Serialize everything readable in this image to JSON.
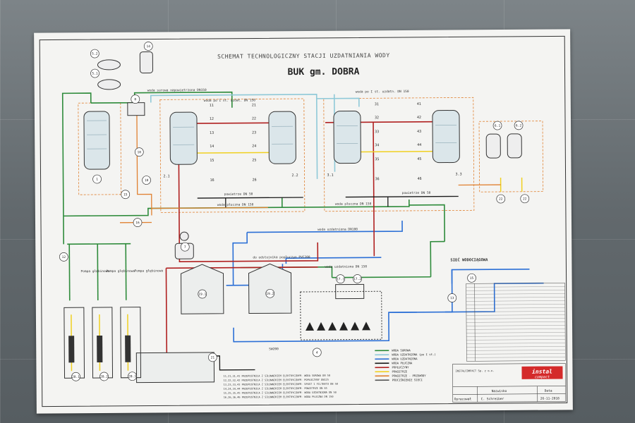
{
  "title_line1": "SCHEMAT TECHNOLOGICZNY STACJI UZDATNIANIA WODY",
  "title_line2": "BUK gm. DOBRA",
  "pipe_labels": {
    "bypass": "woda surowa napowietrzona DN150",
    "raw_to_first": "woda po I st. uzdat. DN 150",
    "raw_to_first_top": "woda po I st. uzdatn. DN 150",
    "air": "powietrze DN 50",
    "wash": "woda płuczna DN 150",
    "treated": "woda uzdatniona DN100",
    "tank_feed": "woda uzdatniona DN 150",
    "backwash": "do odstojnika popłuczyn PVC200",
    "sewer": "SW200",
    "pump_label": "Pompa głębinowa",
    "city": "SIEĆ WODOCIĄGOWA"
  },
  "filters": [
    {
      "id": "2.1"
    },
    {
      "id": "2.2"
    },
    {
      "id": "3.1"
    },
    {
      "id": "3.3"
    }
  ],
  "valves_left": [
    "11",
    "12",
    "13",
    "14",
    "15",
    "16",
    "21",
    "22",
    "23",
    "24",
    "25",
    "26"
  ],
  "valves_right": [
    "31",
    "32",
    "33",
    "34",
    "35",
    "36",
    "41",
    "42",
    "43",
    "44",
    "45",
    "46"
  ],
  "numbered": [
    "5.2",
    "5.1",
    "14",
    "8",
    "1",
    "18",
    "10",
    "15",
    "16",
    "7",
    "19.1",
    "19.2",
    "17.1",
    "17.2",
    "12",
    "13",
    "15",
    "21",
    "6.1",
    "6.2",
    "22",
    "22",
    "20.1",
    "20.2",
    "20.3",
    "4"
  ],
  "legend": [
    {
      "label": "WODA SUROWA",
      "color": "#2e8b3b"
    },
    {
      "label": "WODA UZDATNIONA (po I st.)",
      "color": "#8fc9d8"
    },
    {
      "label": "WODA UZDATNIONA",
      "color": "#2b6fd6"
    },
    {
      "label": "WODA PŁUCZNA",
      "color": "#1a1a1a"
    },
    {
      "label": "POPŁUCZYNY",
      "color": "#b02020"
    },
    {
      "label": "POWIETRZE",
      "color": "#f0d020"
    },
    {
      "label": "POWIETRZE - PRZEWODY",
      "color": "#e08030"
    },
    {
      "label": "PODCIŚNIENIE SIECI",
      "color": "#555555"
    }
  ],
  "notes": [
    "11,21,31,41 PRZEPUSTNICA Z SIŁOWNIKIEM ELEKTRYCZNYM- WODA SUROWA DN 50",
    "12,22,32,42 PRZEPUSTNICA Z SIŁOWNIKIEM ELEKTRYCZNYM- POPŁUCZYNY DN125",
    "13,23,33,43 PRZEPUSTNICA Z SIŁOWNIKIEM ELEKTRYCZNYM- SPUST 1 FILTRATU DN 50",
    "14,24,34,44 PRZEPUSTNICA Z SIŁOWNIKIEM ELEKTRYCZNYM- POWIETRZE DN 65",
    "15,25,35,45 PRZEPUSTNICA Z SIŁOWNIKIEM ELEKTRYCZNYM- WODA UZDATNIONA DN 50",
    "16,26,36,46 PRZEPUSTNICA Z SIŁOWNIKIEM ELEKTRYCZNYM- WODA PŁUCZNA DN 150"
  ],
  "company": {
    "logo_line1": "instal",
    "logo_line2": "compact",
    "address": "INSTALCOMPACT Sp. z o.o.",
    "nazwisko_label": "Nazwisko",
    "data_label": "Data",
    "opracowal_label": "Opracował",
    "opracowal_value": "C. Schreiber",
    "date_value": "26-11-2018"
  },
  "colors": {
    "raw": "#2e8b3b",
    "first": "#8fc9d8",
    "treated": "#2b6fd6",
    "wash": "#1a1a1a",
    "sludge": "#b02020",
    "air": "#f0d020",
    "air2": "#e08030"
  }
}
